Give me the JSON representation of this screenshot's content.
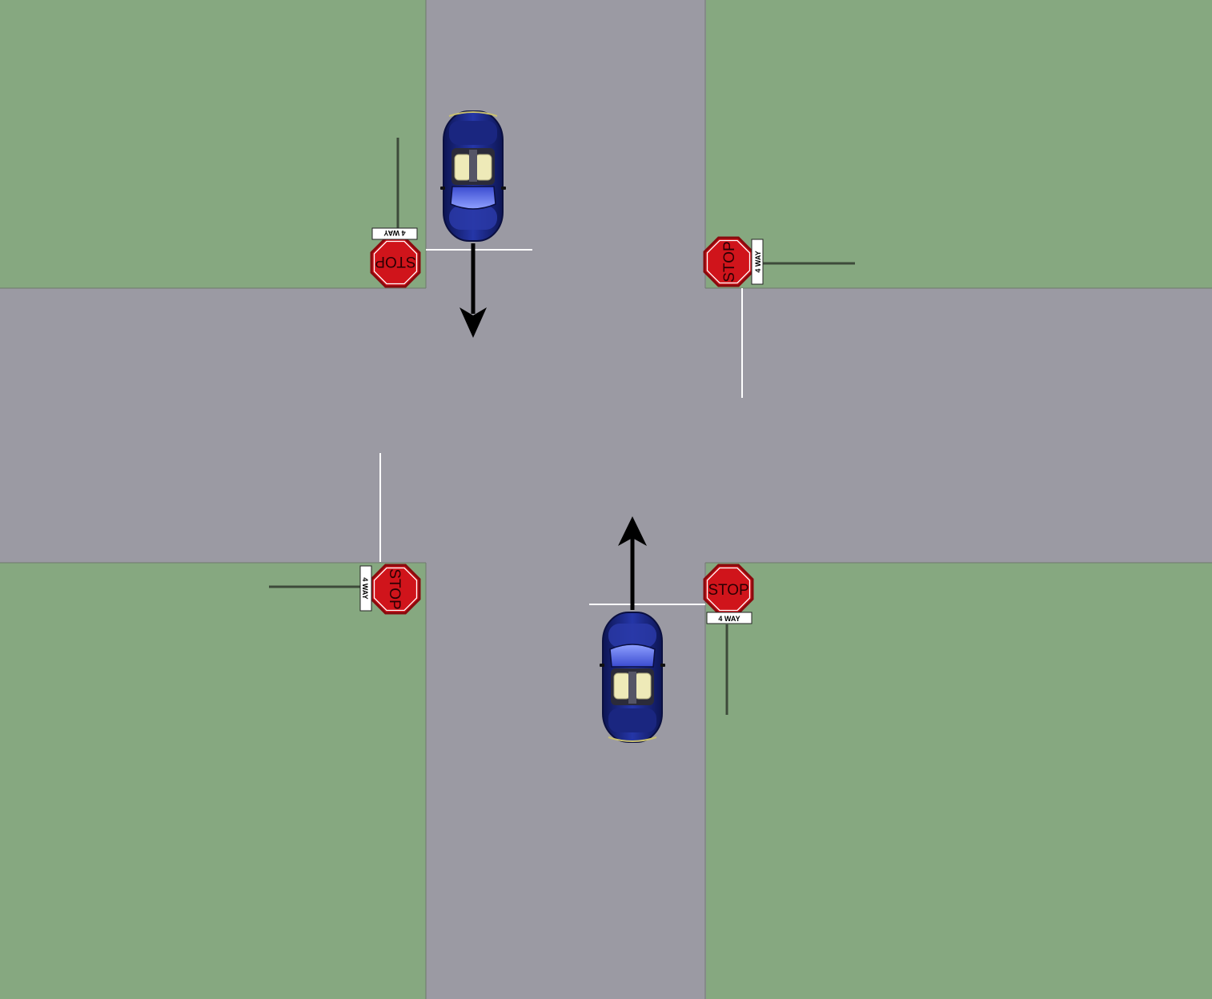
{
  "colors": {
    "grass": "#86a880",
    "road": "#9b9aa3",
    "stop_red": "#d0141b",
    "stop_border": "#8a0a0e",
    "car_body": "#1d2a8c",
    "car_dark": "#0d1553",
    "seat": "#eeeab8",
    "line": "#ffffff",
    "arrow": "#000000",
    "post": "#3d4a3a"
  },
  "signs": {
    "stop_label": "STOP",
    "plate_label": "4 WAY"
  },
  "cars": [
    {
      "heading": "south"
    },
    {
      "heading": "north"
    }
  ]
}
